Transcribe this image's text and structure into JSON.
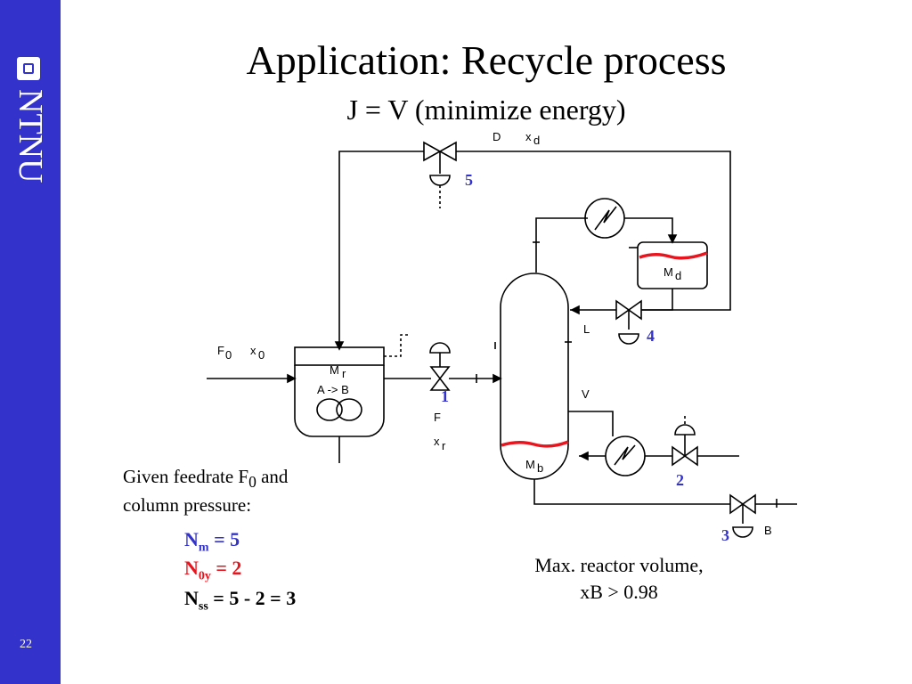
{
  "slide": {
    "title": "Application: Recycle process",
    "subtitle": "J = V (minimize energy)",
    "page_number": "22",
    "logo_text": "NTNU"
  },
  "diagram": {
    "labels": {
      "D": "D",
      "xd": "x",
      "xd_sub": "d",
      "F0": "F",
      "F0_sub": "0",
      "x0": "x",
      "x0_sub": "0",
      "Mr": "M",
      "Mr_sub": "r",
      "reaction": "A -> B",
      "F": "F",
      "xr": "x",
      "xr_sub": "r",
      "L": "L",
      "V": "V",
      "Md": "M",
      "Md_sub": "d",
      "Mb": "M",
      "Mb_sub": "b",
      "B": "B"
    },
    "valve_numbers": [
      "1",
      "2",
      "3",
      "4",
      "5"
    ]
  },
  "notes": {
    "given_line1": "Given feedrate F",
    "given_sub": "0",
    "given_line1_end": " and",
    "given_line2": "column pressure:",
    "nm_label": "N",
    "nm_sub": "m",
    "nm_value": " = 5",
    "n0y_label": "N",
    "n0y_sub": "0y",
    "n0y_value": " = 2",
    "nss_label": "N",
    "nss_sub": "ss",
    "nss_value": " = 5 - 2 = 3",
    "max_line1": "Max. reactor volume,",
    "max_line2": "xB >  0.98"
  },
  "colors": {
    "sidebar": "#3333cc",
    "blue_text": "#3333cc",
    "red_text": "#e8151e",
    "level_line": "#e8151e"
  }
}
